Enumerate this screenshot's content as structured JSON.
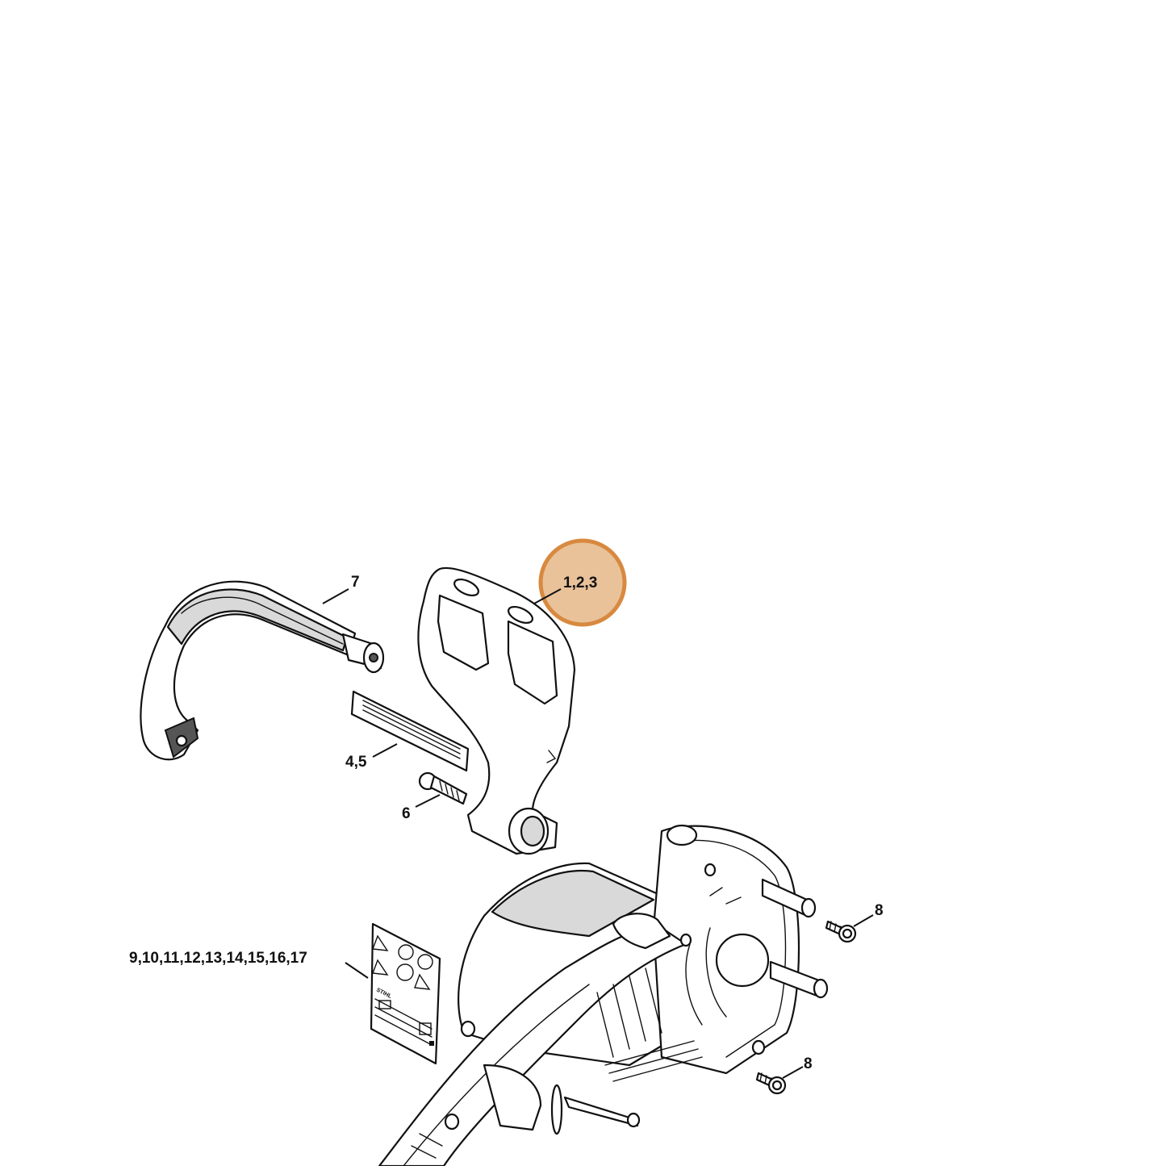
{
  "callouts": {
    "c123": "1,2,3",
    "c7": "7",
    "c45": "4,5",
    "c6": "6",
    "c8a": "8",
    "c8b": "8",
    "c9to17": "9,10,11,12,13,14,15,16,17"
  },
  "label_plate": {
    "brand": "STIHL"
  },
  "colors": {
    "highlight_fill": "#e9c29a",
    "highlight_ring": "#d8893f"
  }
}
